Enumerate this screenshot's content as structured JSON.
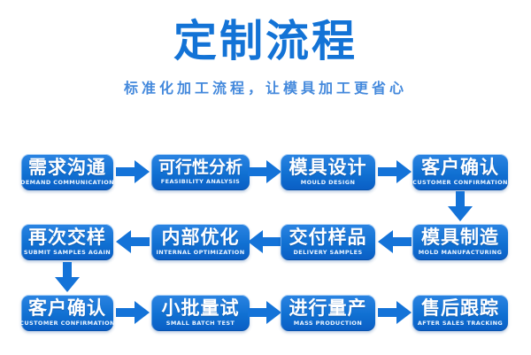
{
  "page": {
    "background": "#ffffff",
    "accent_blue": "#1373d6",
    "arrow_color": "#1473d8",
    "box_gradient_top": "#2b84e2",
    "box_gradient_bottom": "#0a5ec4"
  },
  "header": {
    "title": "定制流程",
    "subtitle": "标准化加工流程，让模具加工更省心",
    "title_color": "#1373d6",
    "subtitle_color": "#4489dc"
  },
  "flow": {
    "steps": [
      {
        "title": "需求沟通",
        "subtitle": "DEMAND COMMUNICATION"
      },
      {
        "title": "可行性分析",
        "subtitle": "FEASIBILITY ANALYSIS"
      },
      {
        "title": "模具设计",
        "subtitle": "MOULD DESIGN"
      },
      {
        "title": "客户确认",
        "subtitle": "CUSTOMER CONFIRMATION"
      },
      {
        "title": "模具制造",
        "subtitle": "MOLD MANUFACTURING"
      },
      {
        "title": "交付样品",
        "subtitle": "DELIVERY SAMPLES"
      },
      {
        "title": "内部优化",
        "subtitle": "INTERNAL OPTIMIZATION"
      },
      {
        "title": "再次交样",
        "subtitle": "SUBMIT SAMPLES AGAIN"
      },
      {
        "title": "客户确认",
        "subtitle": "CUSTOMER CONFIRMATION"
      },
      {
        "title": "小批量试",
        "subtitle": "SMALL BATCH TEST"
      },
      {
        "title": "进行量产",
        "subtitle": "MASS PRODUCTION"
      },
      {
        "title": "售后跟踪",
        "subtitle": "AFTER SALES TRACKING"
      }
    ]
  }
}
